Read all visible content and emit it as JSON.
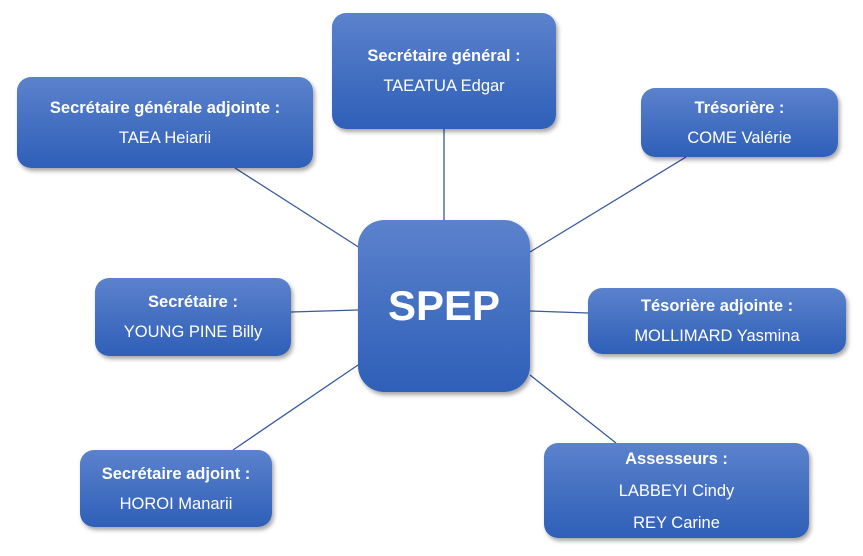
{
  "center": {
    "label": "SPEP"
  },
  "nodes": {
    "sg": {
      "title": "Secrétaire général :",
      "names": [
        "TAEATUA Edgar"
      ]
    },
    "sga": {
      "title": "Secrétaire générale adjointe :",
      "names": [
        "TAEA Heiarii"
      ]
    },
    "tres": {
      "title": "Trésorière :",
      "names": [
        "COME Valérie"
      ]
    },
    "sec": {
      "title": "Secrétaire :",
      "names": [
        "YOUNG PINE Billy"
      ]
    },
    "tresa": {
      "title": "Tésorière adjointe :",
      "names": [
        "MOLLIMARD Yasmina"
      ]
    },
    "seca": {
      "title": "Secrétaire adjoint :",
      "names": [
        "HOROI Manarii"
      ]
    },
    "ass": {
      "title": "Assesseurs :",
      "names": [
        "LABBEYI Cindy",
        "REY Carine"
      ]
    }
  },
  "colors": {
    "box_top": "#5b82cc",
    "box_bottom": "#2f5fb8",
    "line": "#3a5a9c"
  }
}
